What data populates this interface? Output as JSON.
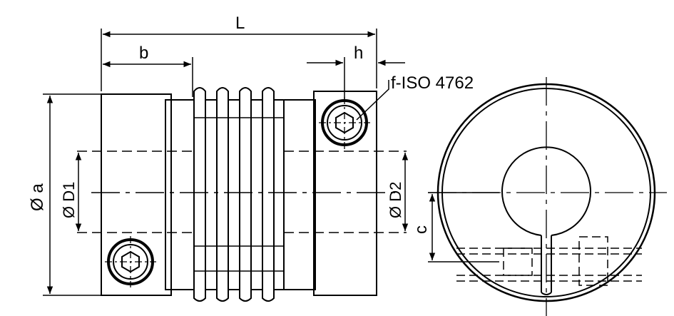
{
  "labels": {
    "L": "L",
    "b": "b",
    "h": "h",
    "screw": "f-ISO 4762",
    "dia_a": "Ø a",
    "dia_d1": "Ø D1",
    "dia_d2": "Ø D2",
    "c": "c"
  },
  "colors": {
    "stroke": "#000000",
    "background": "#ffffff"
  },
  "icons": [
    "hex-socket-screw-icon"
  ]
}
